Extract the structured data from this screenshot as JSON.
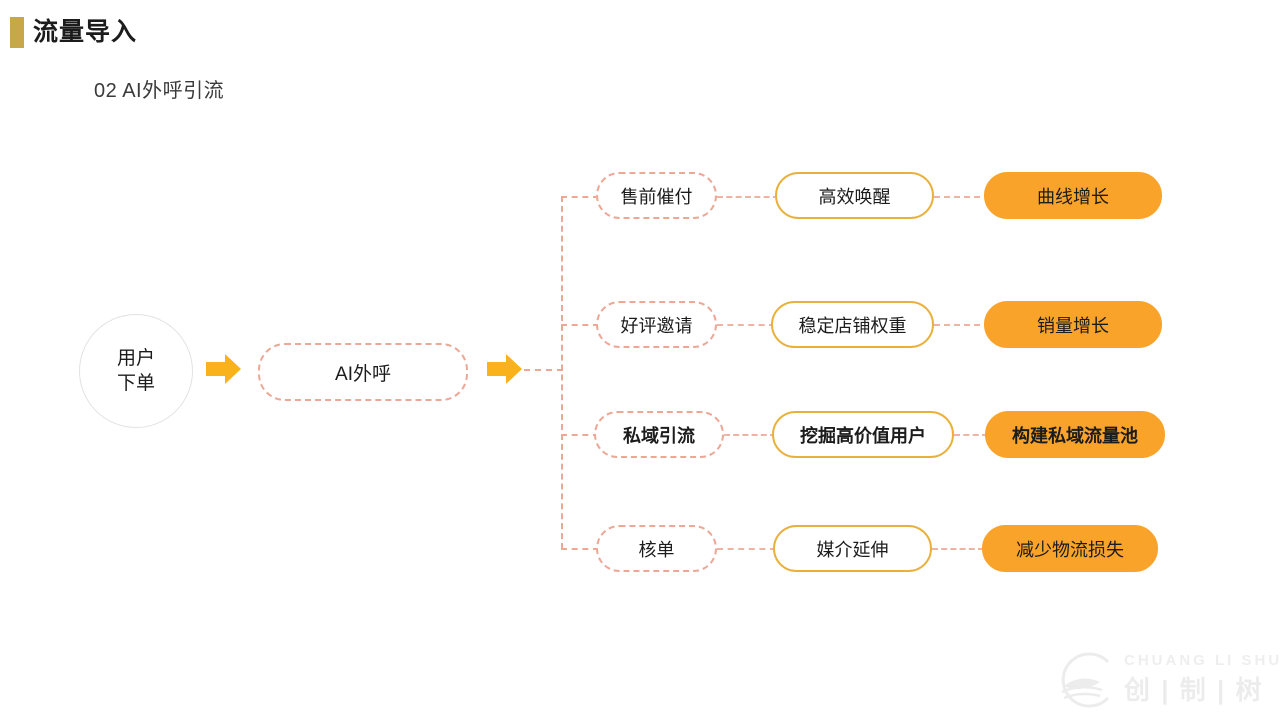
{
  "slide": {
    "title": "流量导入",
    "subtitle": "02 AI外呼引流",
    "accent_color": "#c8a74b"
  },
  "flow": {
    "start_node": {
      "line1": "用户",
      "line2": "下单"
    },
    "arrow1_icon": "arrow-right-icon",
    "ai_node": {
      "label": "AI外呼",
      "border_color": "#eda795"
    },
    "arrow2_icon": "arrow-right-icon",
    "branch_connector_color": "#eda795",
    "rows": [
      {
        "stage1": "售前催付",
        "stage2": "高效唤醒",
        "stage3": "曲线增长",
        "emphasis": false
      },
      {
        "stage1": "好评邀请",
        "stage2": "稳定店铺权重",
        "stage3": "销量增长",
        "emphasis": false
      },
      {
        "stage1": "私域引流",
        "stage2": "挖掘高价值用户",
        "stage3": "构建私域流量池",
        "emphasis": true
      },
      {
        "stage1": "核单",
        "stage2": "媒介延伸",
        "stage3": "减少物流损失",
        "emphasis": false
      }
    ],
    "colors": {
      "stage1_border": "#eda795",
      "stage2_border": "#e9b13c",
      "stage3_fill": "#faa32a",
      "arrow_fill": "#f9b21c"
    }
  },
  "watermark": {
    "latin": "CHUANG LI SHU",
    "chinese": "创 | 制 | 树",
    "icon": "wave-logo-icon"
  }
}
